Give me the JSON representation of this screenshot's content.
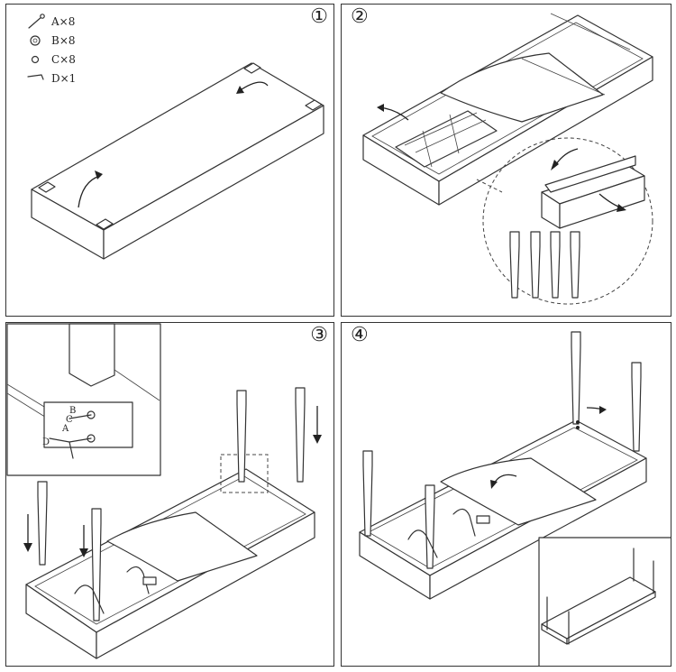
{
  "steps": [
    "①",
    "②",
    "③",
    "④"
  ],
  "parts": [
    {
      "icon": "bolt-icon",
      "label": "A×8"
    },
    {
      "icon": "washer-icon",
      "label": "B×8"
    },
    {
      "icon": "spring-washer-icon",
      "label": "C×8"
    },
    {
      "icon": "allen-key-icon",
      "label": "D×1"
    }
  ],
  "callout_labels": {
    "b": "B",
    "c": "C",
    "a": "A",
    "d": "D"
  }
}
